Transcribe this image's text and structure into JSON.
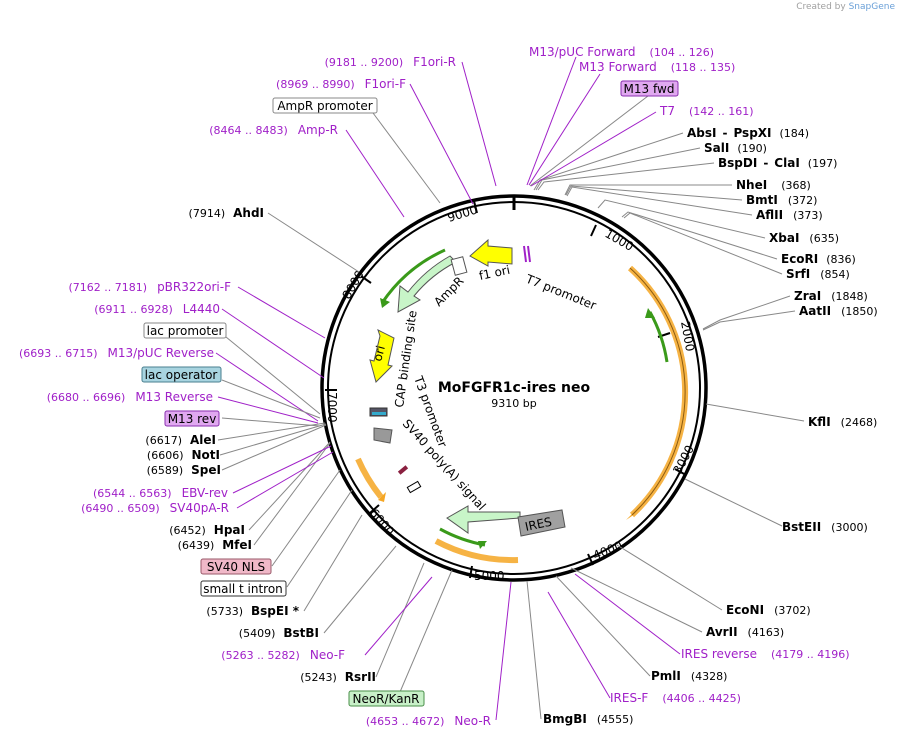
{
  "credit": {
    "prefix": "Created by",
    "brand": "SnapGene"
  },
  "title": "MoFGFR1c-ires neo",
  "subtitle": "9310 bp",
  "ticks": [
    "1000",
    "2000",
    "3000",
    "4000",
    "5000",
    "6000",
    "7000",
    "8000",
    "9000"
  ],
  "enzymes": [
    {
      "name": "AbsI",
      "sep": "-",
      "name2": "PspXI",
      "pos": "(184)"
    },
    {
      "name": "SalI",
      "pos": "(190)"
    },
    {
      "name": "BspDI",
      "sep": "-",
      "name2": "ClaI",
      "pos": "(197)"
    },
    {
      "name": "NheI",
      "pos": "(368)"
    },
    {
      "name": "BmtI",
      "pos": "(372)"
    },
    {
      "name": "AflII",
      "pos": "(373)"
    },
    {
      "name": "XbaI",
      "pos": "(635)"
    },
    {
      "name": "EcoRI",
      "pos": "(836)"
    },
    {
      "name": "SrfI",
      "pos": "(854)"
    },
    {
      "name": "ZraI",
      "pos": "(1848)"
    },
    {
      "name": "AatII",
      "pos": "(1850)"
    },
    {
      "name": "KflI",
      "pos": "(2468)"
    },
    {
      "name": "BstEII",
      "pos": "(3000)"
    },
    {
      "name": "EcoNI",
      "pos": "(3702)"
    },
    {
      "name": "AvrII",
      "pos": "(4163)"
    },
    {
      "name": "PmlI",
      "pos": "(4328)"
    },
    {
      "name": "BmgBI",
      "pos": "(4555)"
    },
    {
      "name": "RsrII",
      "pos": "(5243)"
    },
    {
      "name": "BstBI",
      "pos": "(5409)"
    },
    {
      "name": "BspEI *",
      "pos": "(5733)"
    },
    {
      "name": "MfeI",
      "pos": "(6439)"
    },
    {
      "name": "HpaI",
      "pos": "(6452)"
    },
    {
      "name": "SpeI",
      "pos": "(6589)"
    },
    {
      "name": "NotI",
      "pos": "(6606)"
    },
    {
      "name": "AleI",
      "pos": "(6617)"
    },
    {
      "name": "AhdI",
      "pos": "(7914)"
    }
  ],
  "primers": [
    {
      "name": "M13/pUC Forward",
      "pos": "(104 .. 126)"
    },
    {
      "name": "M13 Forward",
      "pos": "(118 .. 135)"
    },
    {
      "name": "T7",
      "pos": "(142 .. 161)"
    },
    {
      "name": "IRES reverse",
      "pos": "(4179 .. 4196)"
    },
    {
      "name": "IRES-F",
      "pos": "(4406 .. 4425)"
    },
    {
      "name": "Neo-R",
      "pos": "(4653 .. 4672)"
    },
    {
      "name": "Neo-F",
      "pos": "(5263 .. 5282)"
    },
    {
      "name": "SV40pA-R",
      "pos": "(6490 .. 6509)"
    },
    {
      "name": "EBV-rev",
      "pos": "(6544 .. 6563)"
    },
    {
      "name": "M13 Reverse",
      "pos": "(6680 .. 6696)"
    },
    {
      "name": "M13/pUC Reverse",
      "pos": "(6693 .. 6715)"
    },
    {
      "name": "L4440",
      "pos": "(6911 .. 6928)"
    },
    {
      "name": "pBR322ori-F",
      "pos": "(7162 .. 7181)"
    },
    {
      "name": "Amp-R",
      "pos": "(8464 .. 8483)"
    },
    {
      "name": "F1ori-F",
      "pos": "(8969 .. 8990)"
    },
    {
      "name": "F1ori-R",
      "pos": "(9181 .. 9200)"
    }
  ],
  "boxed_features": [
    {
      "name": "M13 fwd",
      "fill": "#e0a8f0",
      "stroke": "#8a2fb0"
    },
    {
      "name": "AmpR promoter",
      "fill": "#ffffff",
      "stroke": "#888888"
    },
    {
      "name": "lac promoter",
      "fill": "#ffffff",
      "stroke": "#888888"
    },
    {
      "name": "lac operator",
      "fill": "#a8d4e0",
      "stroke": "#4a7f8f"
    },
    {
      "name": "M13 rev",
      "fill": "#e0a8f0",
      "stroke": "#8a2fb0"
    },
    {
      "name": "SV40 NLS",
      "fill": "#f0b8c8",
      "stroke": "#9a5a6a"
    },
    {
      "name": "small t intron",
      "fill": "#ffffff",
      "stroke": "#333333"
    },
    {
      "name": "NeoR/KanR",
      "fill": "#c8f0c8",
      "stroke": "#4a8f4a"
    }
  ],
  "inner_labels": [
    "f1 ori",
    "T7 promoter",
    "AmpR",
    "ori",
    "CAP binding site",
    "T3 promoter",
    "SV40 poly(A) signal",
    "IRES"
  ],
  "colors": {
    "primer": "#a020c8",
    "orf": "#f5a623",
    "ampr": "#c8f5c8",
    "ori": "#ffff00",
    "ires": "#a0a0a0",
    "arrow": "#3a9a1a"
  }
}
